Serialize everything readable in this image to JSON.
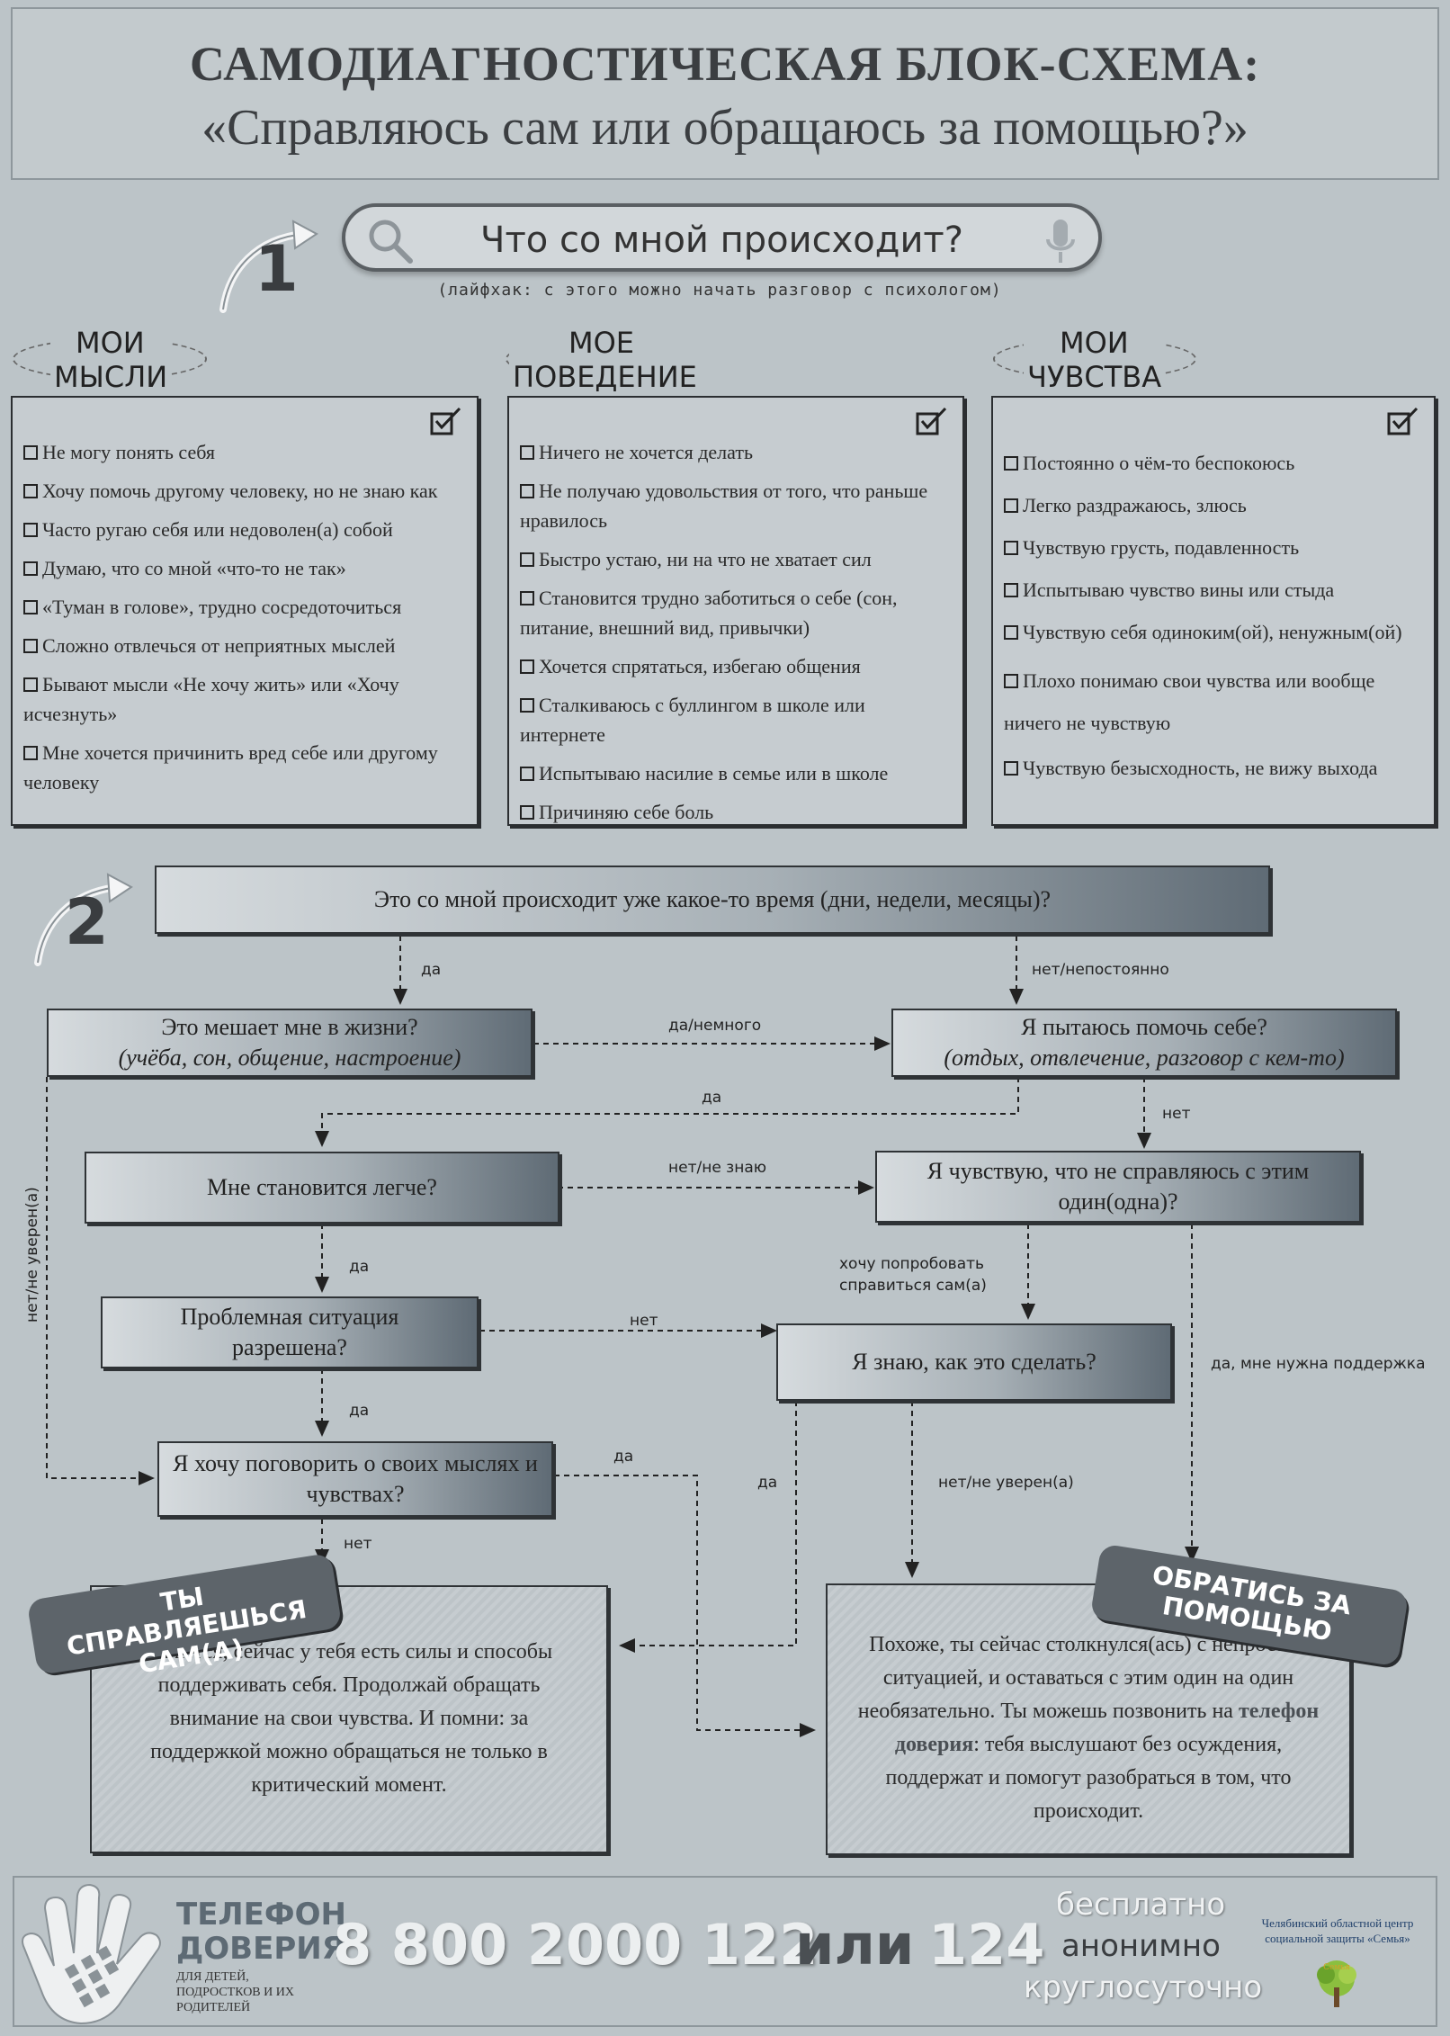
{
  "header": {
    "title_line1": "САМОДИАГНОСТИЧЕСКАЯ БЛОК-СХЕМА:",
    "title_line2": "«Справляюсь сам или обращаюсь за помощью?»"
  },
  "step1": {
    "number": "1",
    "search_text": "Что со мной происходит?",
    "hint": "(лайфхак: с этого можно начать разговор с психологом)"
  },
  "checklists": [
    {
      "title_line1": "МОИ",
      "title_line2": "МЫСЛИ",
      "items": [
        "Не могу понять себя",
        "Хочу помочь другому человеку, но не знаю как",
        "Часто ругаю себя или недоволен(а) собой",
        "Думаю, что со мной «что-то не так»",
        "«Туман в голове», трудно сосредоточиться",
        "Сложно отвлечься от неприятных мыслей",
        "Бывают мысли «Не хочу жить» или «Хочу исчезнуть»",
        "Мне хочется причинить вред себе или другому человеку"
      ]
    },
    {
      "title_line1": "МОЕ",
      "title_line2": "ПОВЕДЕНИЕ",
      "items": [
        "Ничего не хочется делать",
        "Не получаю удовольствия от того, что раньше нравилось",
        "Быстро устаю, ни на что не хватает сил",
        "Становится трудно заботиться о себе (сон, питание, внешний вид, привычки)",
        "Хочется спрятаться, избегаю общения",
        "Сталкиваюсь с буллингом в школе или интернете",
        "Испытываю насилие в семье или в школе",
        "Причиняю себе боль"
      ]
    },
    {
      "title_line1": "МОИ",
      "title_line2": "ЧУВСТВА",
      "items": [
        "Постоянно о чём-то беспокоюсь",
        "Легко раздражаюсь, злюсь",
        "Чувствую грусть, подавленность",
        "Испытываю чувство вины или стыда",
        "Чувствую себя одиноким(ой), ненужным(ой)",
        "Плохо понимаю свои чувства или вообще ничего не чувствую",
        "Чувствую безысходность, не вижу выхода"
      ]
    }
  ],
  "flow": {
    "number": "2",
    "q_time": "Это со мной происходит уже какое-то время (дни, недели, месяцы)?",
    "q_life_1": "Это мешает мне в жизни?",
    "q_life_2": "(учёба, сон, общение, настроение)",
    "q_help_1": "Я пытаюсь помочь себе?",
    "q_help_2": "(отдых, отвлечение, разговор с кем-то)",
    "q_easier": "Мне становится легче?",
    "q_cope": "Я чувствую, что не справляюсь с этим один(одна)?",
    "q_solved": "Проблемная ситуация разрешена?",
    "q_know": "Я знаю, как это сделать?",
    "q_talk": "Я хочу поговорить о своих мыслях и чувствах?",
    "edges": {
      "yes": "да",
      "not_constant": "нет/непостоянно",
      "yes_little": "да/немного",
      "no": "нет",
      "no_dont_know": "нет/не знаю",
      "no_not_sure": "нет/не уверен(а)",
      "want_try": "хочу попробовать справиться сам(а)",
      "need_support": "да, мне нужна поддержка"
    }
  },
  "outcomes": {
    "self_ribbon": "ТЫ СПРАВЛЯЕШЬСЯ САМ(А)",
    "self_text": "Кажется, сейчас у тебя есть силы и способы поддерживать себя. Продолжай обращать внимание на свои чувства. И помни: за поддержкой можно обращаться не только в критический момент.",
    "help_ribbon": "ОБРАТИСЬ ЗА ПОМОЩЬЮ",
    "help_text_a": "Похоже, ты сейчас столкнулся(ась) с непростой ситуацией, и оставаться с этим один на один необязательно. Ты можешь позвонить на ",
    "help_link": "телефон доверия",
    "help_text_b": ": тебя выслушают без осуждения, поддержат и помогут разобраться в том, что происходит."
  },
  "footer": {
    "brand_line1": "ТЕЛЕФОН",
    "brand_line2": "ДОВЕРИЯ",
    "brand_sub": "ДЛЯ ДЕТЕЙ, ПОДРОСТКОВ И ИХ РОДИТЕЛЕЙ",
    "phone": "8 800 2000 122",
    "or": "или",
    "short": "124",
    "free": "бесплатно",
    "anon": "анонимно",
    "round": "круглосуточно",
    "org": "Челябинский областной центр социальной защиты «Семья»",
    "logo_word": "Семья"
  }
}
